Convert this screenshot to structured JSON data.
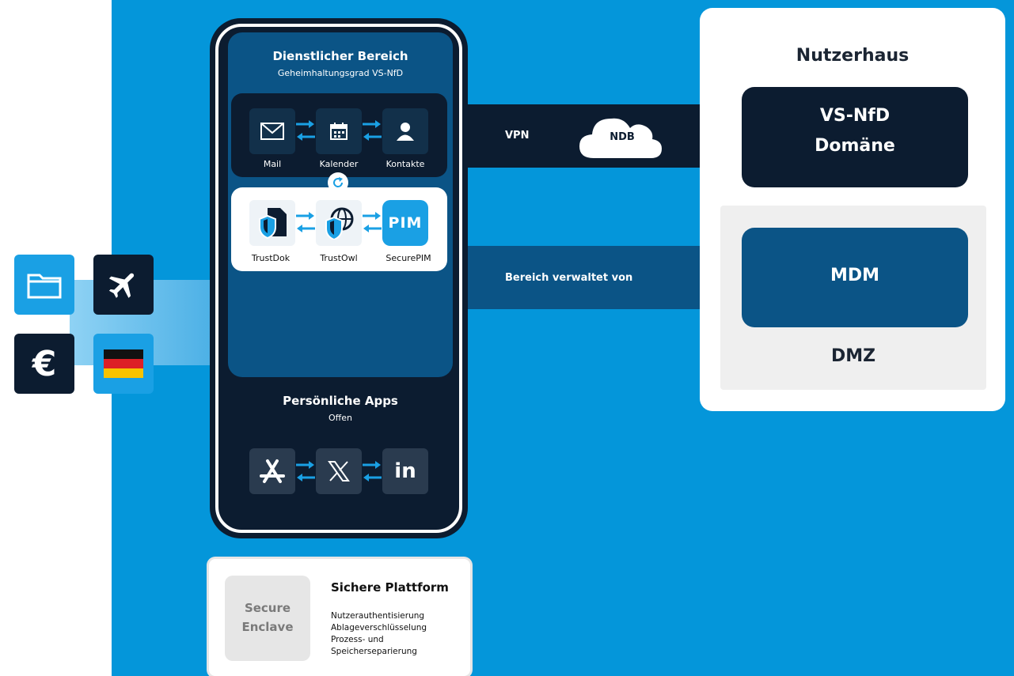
{
  "colors": {
    "blue": "#0496da",
    "navy": "#0c1c30",
    "mid": "#0b5486",
    "white": "#ffffff"
  },
  "phone": {
    "work_title": "Dienstlicher Bereich",
    "work_subtitle": "Geheimhaltungsgrad VS-NfD",
    "work_apps": [
      {
        "label": "Mail",
        "icon": "mail-icon"
      },
      {
        "label": "Kalender",
        "icon": "calendar-icon"
      },
      {
        "label": "Kontakte",
        "icon": "contact-icon"
      }
    ],
    "secure_apps": [
      {
        "label": "TrustDok",
        "icon": "trustdok-icon"
      },
      {
        "label": "TrustOwl",
        "icon": "trustowl-icon"
      },
      {
        "label": "SecurePIM",
        "icon": "securepim-icon",
        "badge": "PIM"
      }
    ],
    "personal_title": "Persönliche Apps",
    "personal_subtitle": "Offen",
    "personal_apps": [
      {
        "icon": "app-store-icon"
      },
      {
        "icon": "x-icon"
      },
      {
        "icon": "linkedin-icon",
        "text": "in"
      }
    ]
  },
  "connections": {
    "vpn": "VPN",
    "ndb": "NDB",
    "managed": "Bereich verwaltet von"
  },
  "user_house": {
    "title": "Nutzerhaus",
    "domain_line1": "VS-NfD",
    "domain_line2": "Domäne",
    "mdm": "MDM",
    "dmz": "DMZ"
  },
  "platform": {
    "enclave_line1": "Secure",
    "enclave_line2": "Enclave",
    "title": "Sichere Plattform",
    "features": [
      "Nutzerauthentisierung",
      "Ablageverschlüsselung",
      "Prozess- und",
      "Speicherseparierung"
    ]
  },
  "left_apps": [
    {
      "icon": "folder-icon"
    },
    {
      "icon": "airplane-icon"
    },
    {
      "icon": "euro-icon"
    },
    {
      "icon": "german-flag-icon"
    }
  ]
}
